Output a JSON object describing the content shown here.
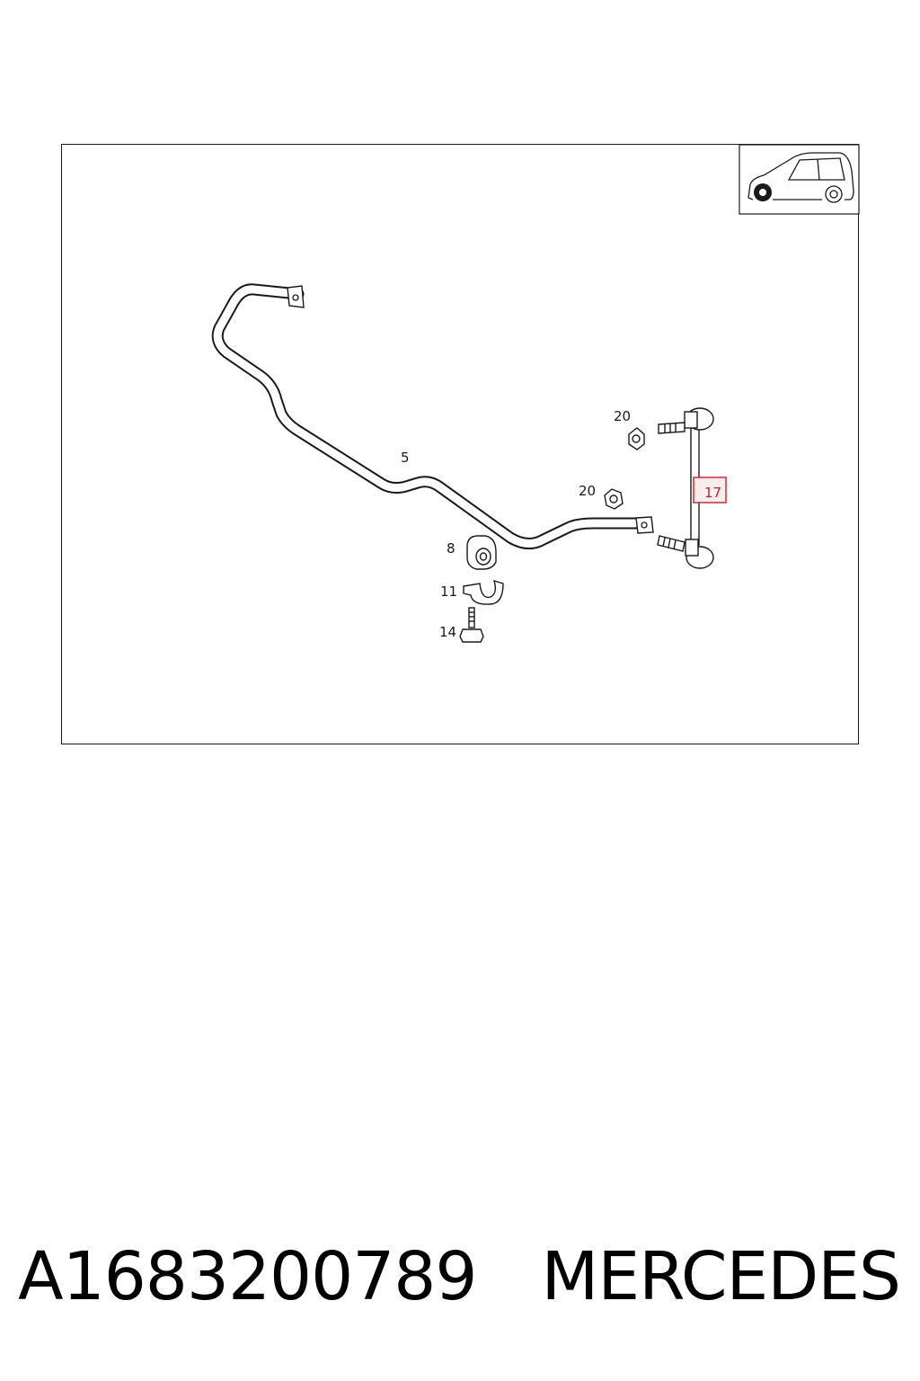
{
  "diagram": {
    "callouts": [
      {
        "id": "5",
        "label": "5"
      },
      {
        "id": "20a",
        "label": "20"
      },
      {
        "id": "20b",
        "label": "20"
      },
      {
        "id": "17",
        "label": "17",
        "highlighted": true
      },
      {
        "id": "8",
        "label": "8"
      },
      {
        "id": "11",
        "label": "11"
      },
      {
        "id": "14",
        "label": "14"
      }
    ],
    "thumbnail_icon": "car-side-icon",
    "highlight_color": "#d9343b"
  },
  "footer": {
    "part_number": "A1683200789",
    "brand": "MERCEDES"
  }
}
